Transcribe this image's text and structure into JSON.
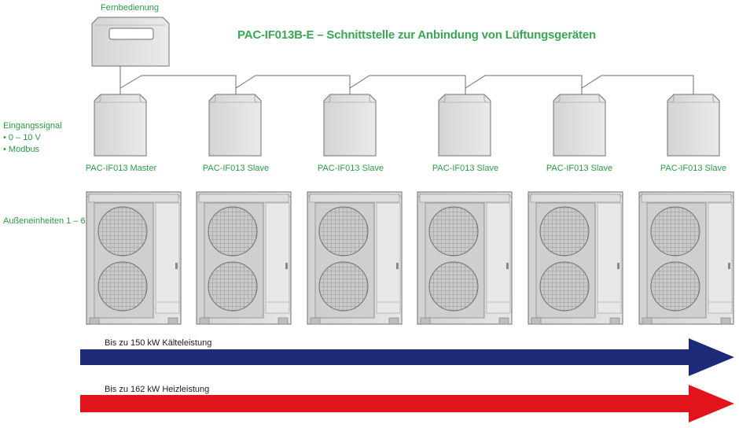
{
  "title": "PAC-IF013B-E – Schnittstelle zur Anbindung von Lüftungsgeräten",
  "remote": {
    "label": "Fernbedienung",
    "icon": "remote-control-icon"
  },
  "input_signal": {
    "heading": "Eingangssignal",
    "items": [
      "0 – 10 V",
      "Modbus"
    ]
  },
  "interfaces": [
    {
      "label": "PAC-IF013 Master",
      "icon": "interface-box-icon"
    },
    {
      "label": "PAC-IF013 Slave",
      "icon": "interface-box-icon"
    },
    {
      "label": "PAC-IF013 Slave",
      "icon": "interface-box-icon"
    },
    {
      "label": "PAC-IF013 Slave",
      "icon": "interface-box-icon"
    },
    {
      "label": "PAC-IF013 Slave",
      "icon": "interface-box-icon"
    },
    {
      "label": "PAC-IF013 Slave",
      "icon": "interface-box-icon"
    }
  ],
  "outdoor_units": {
    "label": "Außeneinheiten 1 – 6",
    "count": 6,
    "icon": "outdoor-unit-icon"
  },
  "arrows": [
    {
      "label": "Bis zu 150 kW Kälteleistung",
      "color": "#1c2a78"
    },
    {
      "label": "Bis zu 162 kW Heizleistung",
      "color": "#e2141b"
    }
  ],
  "colors": {
    "accent_green": "#2a9a45",
    "title_green": "#3aa653",
    "wire": "#6d6d6d"
  }
}
